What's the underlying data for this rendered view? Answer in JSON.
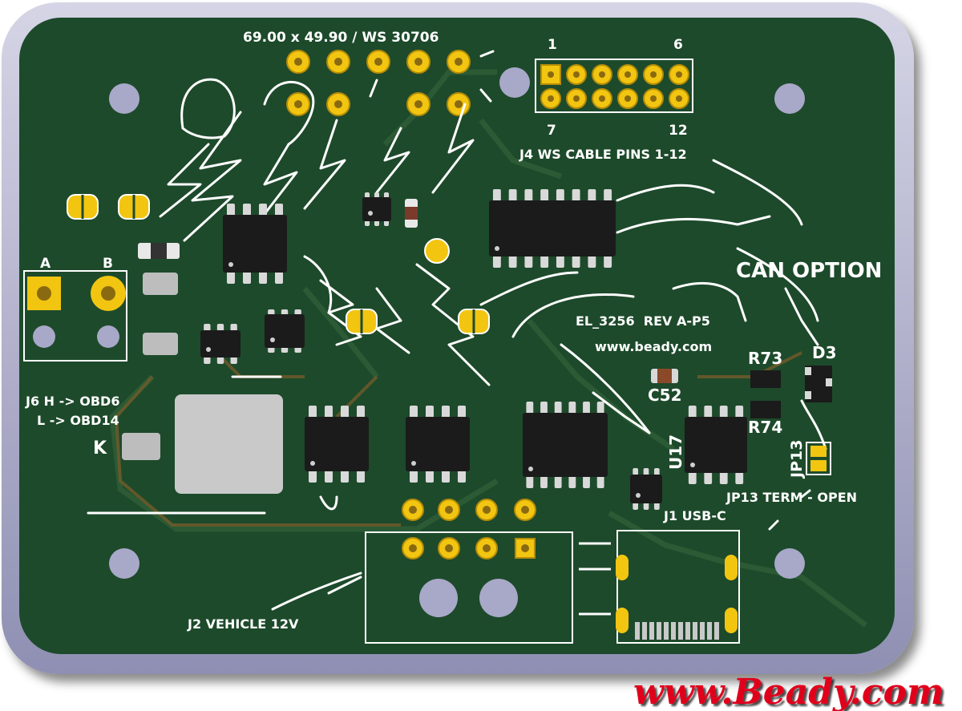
{
  "board": {
    "dimensions_label": "69.00 x 49.90 / WS 30706",
    "connector_pin_first": "1",
    "connector_pin_sixth": "6",
    "connector_pin_seventh": "7",
    "connector_pin_twelfth": "12",
    "j4_label": "J4 WS CABLE PINS 1-12",
    "can_option_label": "CAN OPTION",
    "revision_label": "EL_3256  REV A-P5",
    "website_label": "www.beady.com",
    "r73_label": "R73",
    "r74_label": "R74",
    "d3_label": "D3",
    "c52_label": "C52",
    "u17_label": "U17",
    "jp13_label": "JP13",
    "jp13_desc": "JP13 TERM - OPEN",
    "j1_label": "J1 USB-C",
    "j2_label": "J2 VEHICLE 12V",
    "pin_a_label": "A",
    "pin_b_label": "B",
    "j6_line1": "J6 H -> OBD6",
    "j6_line2": "L -> OBD14",
    "k_label": "K"
  },
  "brand": {
    "text": "www.Beady.com"
  },
  "colors": {
    "frame": "#a6a6c6",
    "board": "#1d4a2b",
    "trace": "#2e5e36",
    "copper_trace": "#6e5a2a",
    "pad_gold": "#f2c511",
    "ic_body": "#1b1b1b",
    "ic_pin": "#d9d9d9",
    "silkscreen": "#ffffff",
    "brand_red": "#e0001a"
  }
}
